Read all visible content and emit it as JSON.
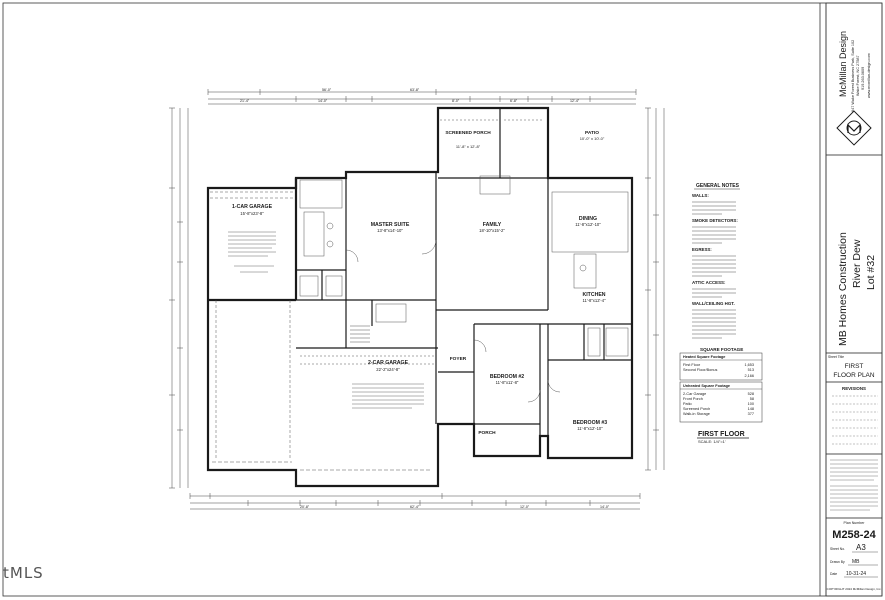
{
  "rooms": {
    "garage1": {
      "name": "1-CAR GARAGE",
      "dim": "15'-8\"x23'-8\""
    },
    "master": {
      "name": "MASTER SUITE",
      "dim": "13'-8\"x14'-10\""
    },
    "family": {
      "name": "FAMILY",
      "dim": "18'-10\"x15'-2\""
    },
    "dining": {
      "name": "DINING",
      "dim": "11'-8\"x12'-10\""
    },
    "kitchen": {
      "name": "KITCHEN",
      "dim": "11'-8\"x12'-4\""
    },
    "garage2": {
      "name": "2-CAR GARAGE",
      "dim": "22'-2\"x24'-8\""
    },
    "bedroom2": {
      "name": "BEDROOM #2",
      "dim": "11'-8\"x11'-8\""
    },
    "bedroom3": {
      "name": "BEDROOM #3",
      "dim": "11'-8\"x12'-10\""
    },
    "foyer": {
      "name": "FOYER"
    },
    "porch": {
      "name": "PORCH"
    },
    "screened": {
      "name": "SCREENED PORCH",
      "dim": "11'-8\" x 12'-8\""
    },
    "patio": {
      "name": "PATIO",
      "dim": "10'-0\" x 10'-0\""
    }
  },
  "plan_title": "FIRST FLOOR",
  "plan_scale": "SCALE: 1/4\"=1'",
  "general_notes_title": "GENERAL NOTES",
  "general_notes_headings": [
    "WALLS:",
    "SMOKE DETECTORS:",
    "EGRESS:",
    "ATTIC ACCESS:",
    "WALL/CEILING HGT."
  ],
  "square_footage": {
    "title": "SQUARE FOOTAGE",
    "heated_header": "Heated Square Footage",
    "heated_rows": [
      {
        "label": "First Floor",
        "value": "1,653"
      },
      {
        "label": "Second Floor/Bonus",
        "value": "513"
      },
      {
        "label": "",
        "value": "2,166"
      }
    ],
    "unheated_header": "Unheated Square Footage",
    "unheated_rows": [
      {
        "label": "2-Car Garage",
        "value": "528"
      },
      {
        "label": "Front Porch",
        "value": "58"
      },
      {
        "label": "Patio",
        "value": "100"
      },
      {
        "label": "Screened Porch",
        "value": "148"
      },
      {
        "label": "Walk-in Storage",
        "value": "377"
      }
    ]
  },
  "title_block": {
    "firm": "McMillan Design",
    "firm_address": "847 Wake Forest Business Park, Suite 102",
    "firm_city": "Wake Forest, NC 27587",
    "firm_phone": "919.263.0609",
    "firm_web": "www.mcmillan-design.com",
    "client": "MB Homes Construction",
    "project": "River Dew",
    "lot": "Lot #32",
    "sheet_label": "Sheet Title",
    "sheet_title_1": "FIRST",
    "sheet_title_2": "FLOOR PLAN",
    "revisions_label": "REVISIONS",
    "plan_number_label": "Plan Number",
    "plan_number": "M258-24",
    "sheet_no_label": "Sheet No.",
    "sheet_no": "A3",
    "drawn_by_label": "Drawn By",
    "drawn_by": "MB",
    "date_label": "Date",
    "date": "10-31-24",
    "copyright": "COPYRIGHT 2024 McMillan Design, Inc."
  },
  "watermark": "tMLS"
}
